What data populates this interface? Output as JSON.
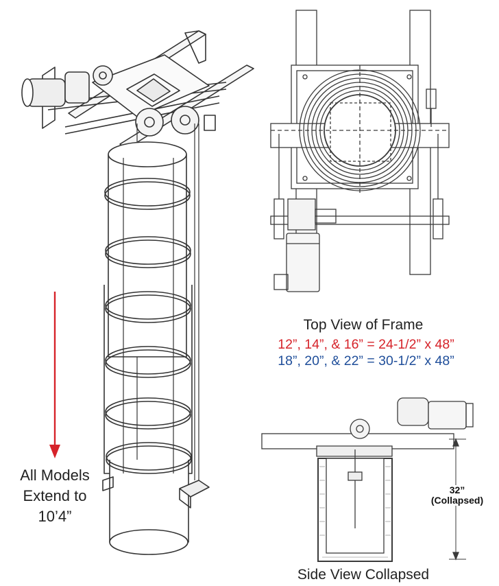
{
  "captions": {
    "top_view": "Top View of Frame",
    "spec_small": "12”, 14”, & 16” = 24-1/2” x 48”",
    "spec_large": "18”, 20”, & 22” = 30-1/2” x 48”",
    "side_view": "Side View Collapsed"
  },
  "extension": {
    "line1": "All Models",
    "line2": "Extend to",
    "line3": "10’4”"
  },
  "dimension": {
    "value": "32”",
    "note": "(Collapsed)"
  },
  "colors": {
    "red": "#d6232a",
    "blue": "#1f4e9a",
    "line": "#333333"
  }
}
